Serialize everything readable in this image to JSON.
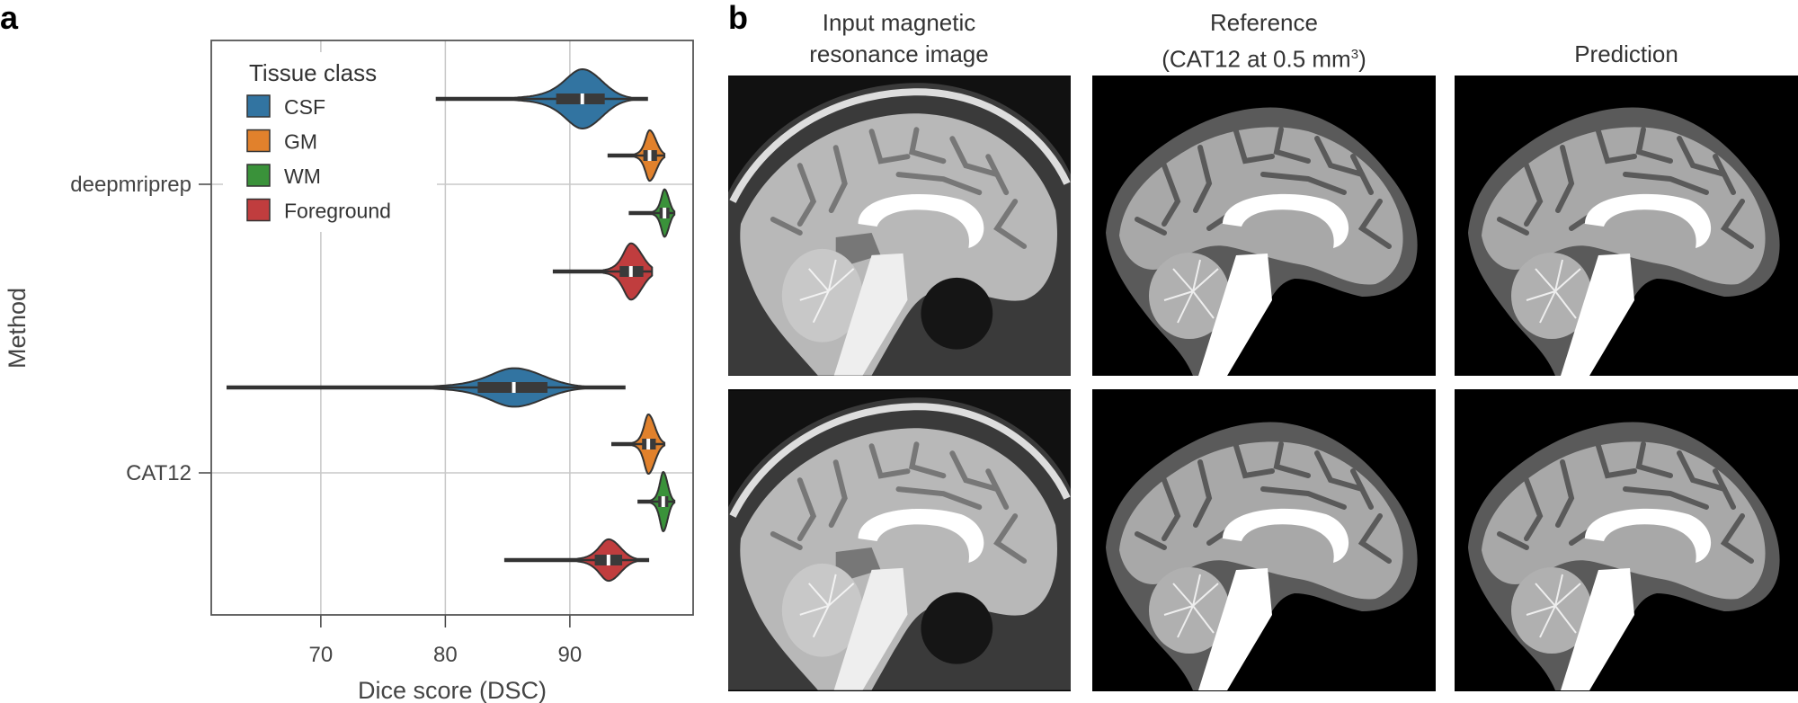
{
  "panel_a": {
    "letter": "a"
  },
  "panel_b": {
    "letter": "b",
    "headers": {
      "input_line1": "Input magnetic",
      "input_line2": "resonance image",
      "reference_line1": "Reference",
      "reference_line2_pre": "(CAT12 at 0.5 mm",
      "reference_line2_sup": "3",
      "reference_line2_post": ")",
      "prediction": "Prediction"
    }
  },
  "chart_data": {
    "type": "violin",
    "orientation": "horizontal",
    "xlabel": "Dice score (DSC)",
    "ylabel": "Method",
    "xlim": [
      61.2,
      99.9
    ],
    "xticks": [
      70,
      80,
      90
    ],
    "grid": true,
    "legend": {
      "title": "Tissue class",
      "placement": "top-left"
    },
    "categories": [
      "deepmriprep",
      "CAT12"
    ],
    "series": [
      {
        "name": "CSF",
        "color": "#3274a1"
      },
      {
        "name": "GM",
        "color": "#e1812c"
      },
      {
        "name": "WM",
        "color": "#3a923a"
      },
      {
        "name": "Foreground",
        "color": "#c03d3e"
      }
    ],
    "violins": {
      "deepmriprep": [
        {
          "class": "CSF",
          "min": 79.3,
          "q1": 88.9,
          "median": 91.0,
          "q3": 92.8,
          "max": 96.2,
          "peak_density": 1.0
        },
        {
          "class": "GM",
          "min": 93.1,
          "q1": 95.9,
          "median": 96.4,
          "q3": 97.0,
          "max": 97.6,
          "peak_density": 0.85
        },
        {
          "class": "WM",
          "min": 94.8,
          "q1": 97.2,
          "median": 97.6,
          "q3": 98.0,
          "max": 98.4,
          "peak_density": 0.8
        },
        {
          "class": "Foreground",
          "min": 88.7,
          "q1": 94.0,
          "median": 94.9,
          "q3": 95.9,
          "max": 96.6,
          "peak_density": 0.95
        }
      ],
      "CAT12": [
        {
          "class": "CSF",
          "min": 62.5,
          "q1": 82.6,
          "median": 85.5,
          "q3": 88.2,
          "max": 94.4,
          "peak_density": 0.65
        },
        {
          "class": "GM",
          "min": 93.4,
          "q1": 95.8,
          "median": 96.3,
          "q3": 96.9,
          "max": 97.6,
          "peak_density": 1.0
        },
        {
          "class": "WM",
          "min": 95.5,
          "q1": 97.1,
          "median": 97.5,
          "q3": 97.9,
          "max": 98.4,
          "peak_density": 1.0
        },
        {
          "class": "Foreground",
          "min": 84.8,
          "q1": 92.0,
          "median": 93.1,
          "q3": 94.2,
          "max": 96.3,
          "peak_density": 0.7
        }
      ]
    }
  }
}
